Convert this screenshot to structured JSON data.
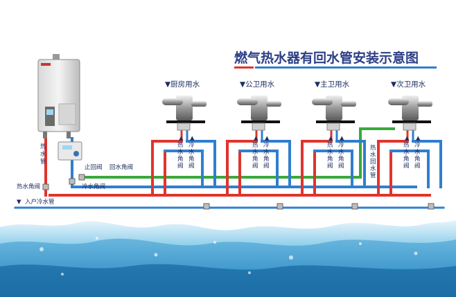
{
  "title": "燃气热水器有回水管安装示意图",
  "colors": {
    "hot": "#e0342c",
    "cold": "#2f7fcf",
    "return": "#3aa83c",
    "title": "#2c3f86"
  },
  "fixtures": [
    {
      "label": "▼厨房用水",
      "hot_valve": "热水角阀",
      "cold_valve": "冷水角阀"
    },
    {
      "label": "▼公卫用水",
      "hot_valve": "热水角阀",
      "cold_valve": "冷水角阀"
    },
    {
      "label": "▼主卫用水",
      "hot_valve": "热水角阀",
      "cold_valve": "冷水角阀"
    },
    {
      "label": "▼次卫用水",
      "hot_valve": "热水角阀",
      "cold_valve": "冷水角阀"
    }
  ],
  "labels": {
    "hot_pipe": "热水管",
    "check_valve": "止回阀",
    "return_valve": "回水角阀",
    "cold_valve": "冷水角阀",
    "hot_valve": "热水角阀",
    "inlet": "入户冷水管",
    "return_pipe": "热水回水管"
  },
  "icons": {
    "heater": "water-heater-icon",
    "pump": "circulation-pump-icon",
    "faucet": "faucet-icon",
    "water": "water-wave-icon"
  }
}
